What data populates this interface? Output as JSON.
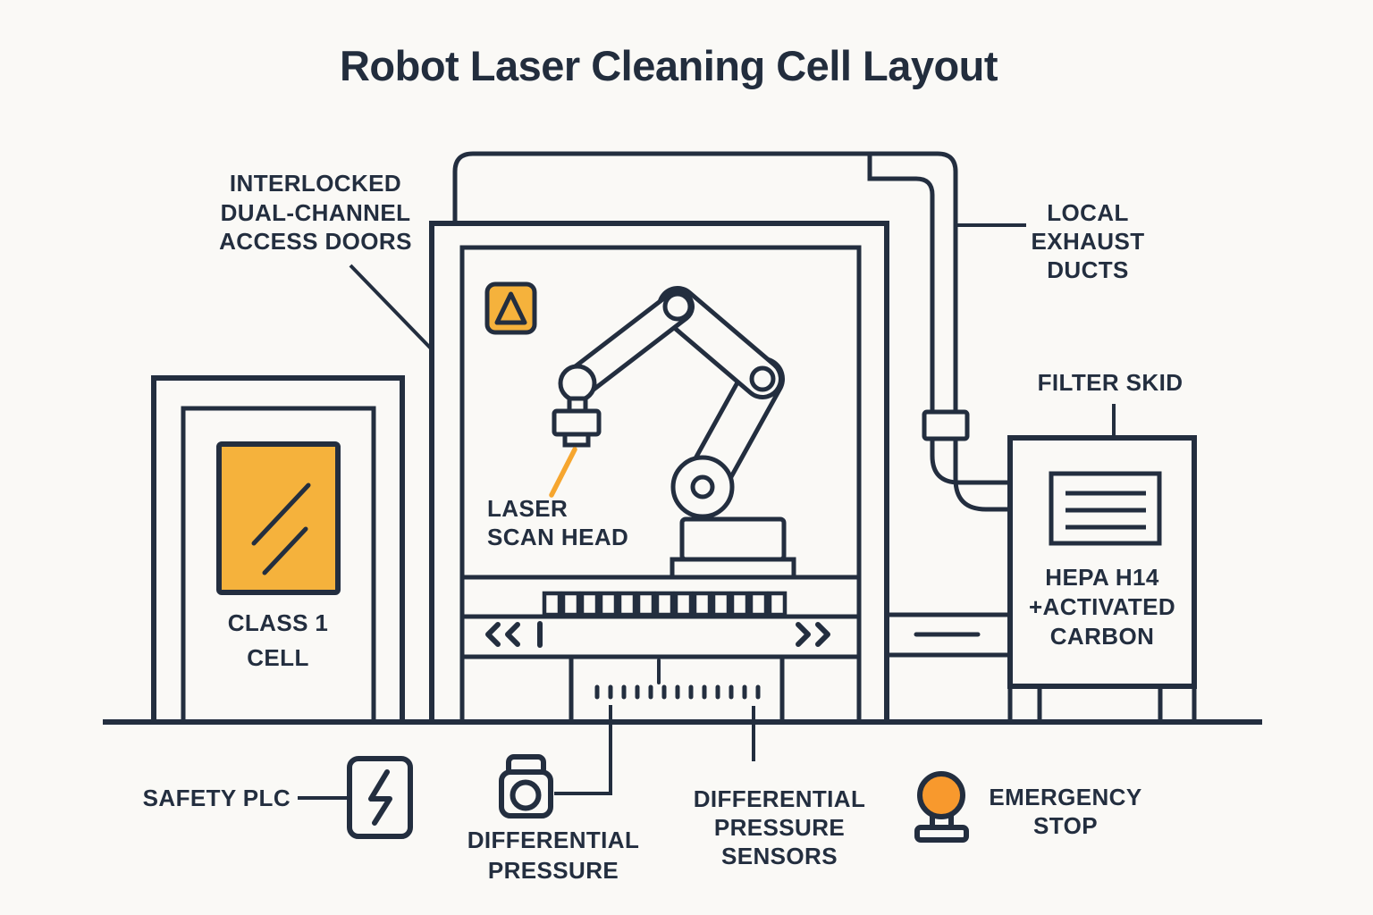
{
  "title": "Robot Laser Cleaning Cell Layout",
  "colors": {
    "background": "#FAF9F6",
    "ink": "#232E3F",
    "window_orange": "#F5B23C",
    "estop_orange": "#F8992D",
    "laser_orange": "#F6A62F"
  },
  "labels": {
    "access_doors": {
      "lines": [
        "INTERLOCKED",
        "DUAL-CHANNEL",
        "ACCESS DOORS"
      ]
    },
    "exhaust_ducts": {
      "lines": [
        "LOCAL",
        "EXHAUST",
        "DUCTS"
      ]
    },
    "filter_skid": "FILTER SKID",
    "hepa": {
      "lines": [
        "HEPA H14",
        "+ACTIVATED",
        "CARBON"
      ]
    },
    "class1_cell": {
      "lines": [
        "CLASS 1",
        "CELL"
      ]
    },
    "laser_scan_head": {
      "lines": [
        "LASER",
        "SCAN HEAD"
      ]
    },
    "safety_plc": "SAFETY PLC",
    "differential_pressure": {
      "lines": [
        "DIFFERENTIAL",
        "PRESSURE"
      ]
    },
    "dp_sensors": {
      "lines": [
        "DIFFERENTIAL",
        "PRESSURE",
        "SENSORS"
      ]
    },
    "emergency_stop": {
      "lines": [
        "EMERGENCY",
        "STOP"
      ]
    }
  },
  "icons": {
    "warning": "warning-triangle-icon",
    "safety_plc": "lightning-bolt-icon",
    "differential_pressure": "pressure-sensor-icon",
    "emergency_stop": "estop-mushroom-button-icon",
    "filter": "filter-grille-icon",
    "conveyor_left": "chevrons-left-icon",
    "conveyor_right": "chevrons-right-icon",
    "door_window": "viewing-window-icon"
  }
}
